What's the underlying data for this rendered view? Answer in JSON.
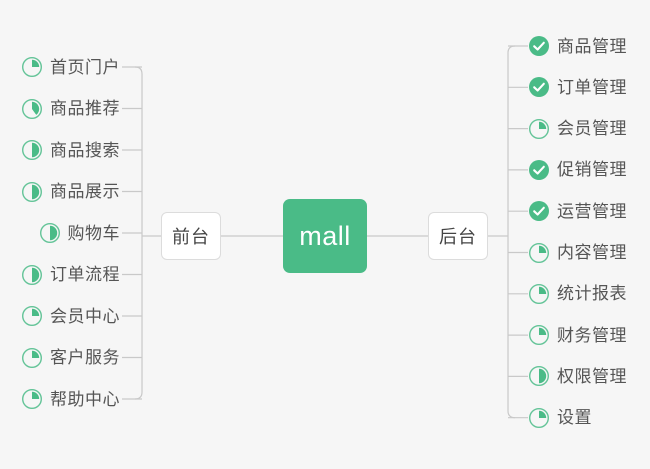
{
  "diagram": {
    "type": "mindmap",
    "background_color": "#f6f6f6",
    "accent_color": "#4abb87",
    "line_color": "#c9c9c9",
    "text_color": "#555555",
    "root": {
      "label": "mall"
    },
    "branches": [
      {
        "id": "frontend",
        "label": "前台",
        "side": "left",
        "items": [
          {
            "label": "首页门户",
            "icon": "pie-progress-icon",
            "progress": 25,
            "status": "in-progress"
          },
          {
            "label": "商品推荐",
            "icon": "pie-progress-icon",
            "progress": 40,
            "status": "in-progress"
          },
          {
            "label": "商品搜索",
            "icon": "pie-progress-icon",
            "progress": 50,
            "status": "in-progress"
          },
          {
            "label": "商品展示",
            "icon": "pie-progress-icon",
            "progress": 50,
            "status": "in-progress"
          },
          {
            "label": "购物车",
            "icon": "pie-progress-icon",
            "progress": 50,
            "status": "in-progress"
          },
          {
            "label": "订单流程",
            "icon": "pie-progress-icon",
            "progress": 50,
            "status": "in-progress"
          },
          {
            "label": "会员中心",
            "icon": "pie-progress-icon",
            "progress": 25,
            "status": "in-progress"
          },
          {
            "label": "客户服务",
            "icon": "pie-progress-icon",
            "progress": 25,
            "status": "in-progress"
          },
          {
            "label": "帮助中心",
            "icon": "pie-progress-icon",
            "progress": 25,
            "status": "in-progress"
          }
        ]
      },
      {
        "id": "backend",
        "label": "后台",
        "side": "right",
        "items": [
          {
            "label": "商品管理",
            "icon": "check-circle-icon",
            "progress": 100,
            "status": "done"
          },
          {
            "label": "订单管理",
            "icon": "check-circle-icon",
            "progress": 100,
            "status": "done"
          },
          {
            "label": "会员管理",
            "icon": "pie-progress-icon",
            "progress": 25,
            "status": "in-progress"
          },
          {
            "label": "促销管理",
            "icon": "check-circle-icon",
            "progress": 100,
            "status": "done"
          },
          {
            "label": "运营管理",
            "icon": "check-circle-icon",
            "progress": 100,
            "status": "done"
          },
          {
            "label": "内容管理",
            "icon": "pie-progress-icon",
            "progress": 25,
            "status": "in-progress"
          },
          {
            "label": "统计报表",
            "icon": "pie-progress-icon",
            "progress": 25,
            "status": "in-progress"
          },
          {
            "label": "财务管理",
            "icon": "pie-progress-icon",
            "progress": 25,
            "status": "in-progress"
          },
          {
            "label": "权限管理",
            "icon": "pie-progress-icon",
            "progress": 50,
            "status": "in-progress"
          },
          {
            "label": "设置",
            "icon": "pie-progress-icon",
            "progress": 25,
            "status": "in-progress"
          }
        ]
      }
    ]
  }
}
